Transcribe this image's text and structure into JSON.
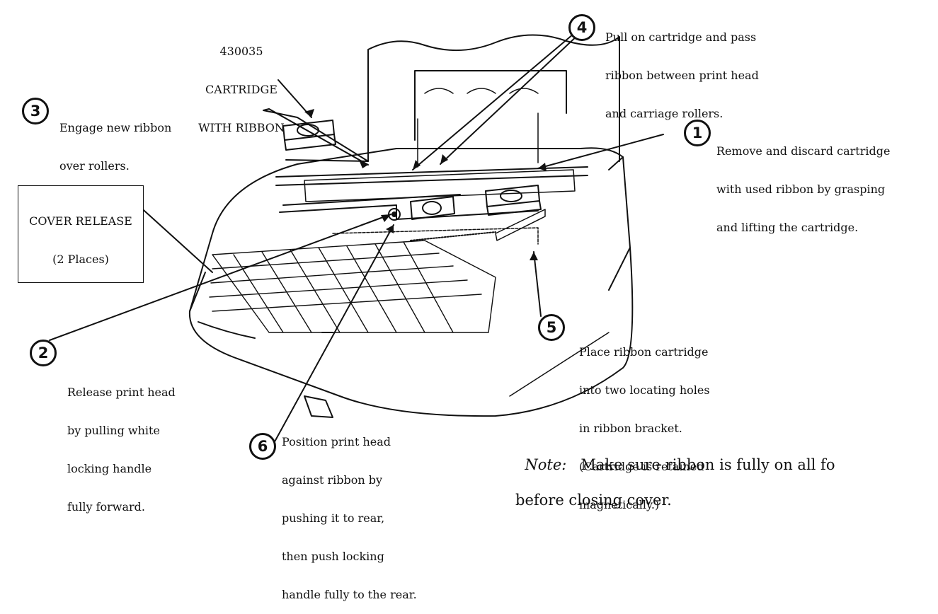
{
  "callouts": [
    {
      "number": "1",
      "lines": [
        "Remove and discard cartridge",
        "with used ribbon by grasping",
        "and lifting the cartridge."
      ]
    },
    {
      "number": "2",
      "lines": [
        "Release print head",
        "by pulling white",
        "locking handle",
        "fully forward."
      ]
    },
    {
      "number": "3",
      "lines": [
        "Engage new ribbon",
        "over rollers."
      ]
    },
    {
      "number": "4",
      "lines": [
        "Pull on cartridge and pass",
        "ribbon between print head",
        "and carriage rollers."
      ]
    },
    {
      "number": "5",
      "lines": [
        "Place ribbon cartridge",
        "into two locating holes",
        "in ribbon bracket.",
        "(Cartridge is retained",
        "magnetically.)"
      ]
    },
    {
      "number": "6",
      "lines": [
        "Position print head",
        "against ribbon by",
        "pushing it to rear,",
        "then push locking",
        "handle fully to the rear."
      ]
    }
  ],
  "cartridge_label": [
    "430035",
    "CARTRIDGE",
    "WITH RIBBON"
  ],
  "cover_release": [
    "COVER RELEASE",
    "(2 Places)"
  ],
  "note": {
    "prefix": "Note:",
    "line1": "Make sure ribbon is fully on all fo",
    "line2": "before closing cover."
  }
}
